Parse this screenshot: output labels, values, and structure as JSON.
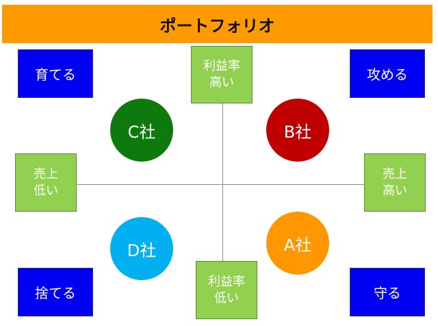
{
  "title": "ポートフォリオ",
  "quadrants": {
    "top_left": "育てる",
    "top_right": "攻める",
    "bottom_left": "捨てる",
    "bottom_right": "守る"
  },
  "axes": {
    "top": {
      "line1": "利益率",
      "line2": "高い"
    },
    "bottom": {
      "line1": "利益率",
      "line2": "低い"
    },
    "left": {
      "line1": "売上",
      "line2": "低い"
    },
    "right": {
      "line1": "売上",
      "line2": "高い"
    }
  },
  "companies": {
    "c": {
      "label": "C社",
      "color": "#0e7a0e"
    },
    "b": {
      "label": "B社",
      "color": "#c00000"
    },
    "d": {
      "label": "D社",
      "color": "#00b0f0"
    },
    "a": {
      "label": "A社",
      "color": "#ff9800"
    }
  },
  "colors": {
    "title_bar": "#fd9a00",
    "quadrant_box": "#0000f2",
    "axis_box": "#92d050",
    "axis_line": "#8c8c8c"
  }
}
